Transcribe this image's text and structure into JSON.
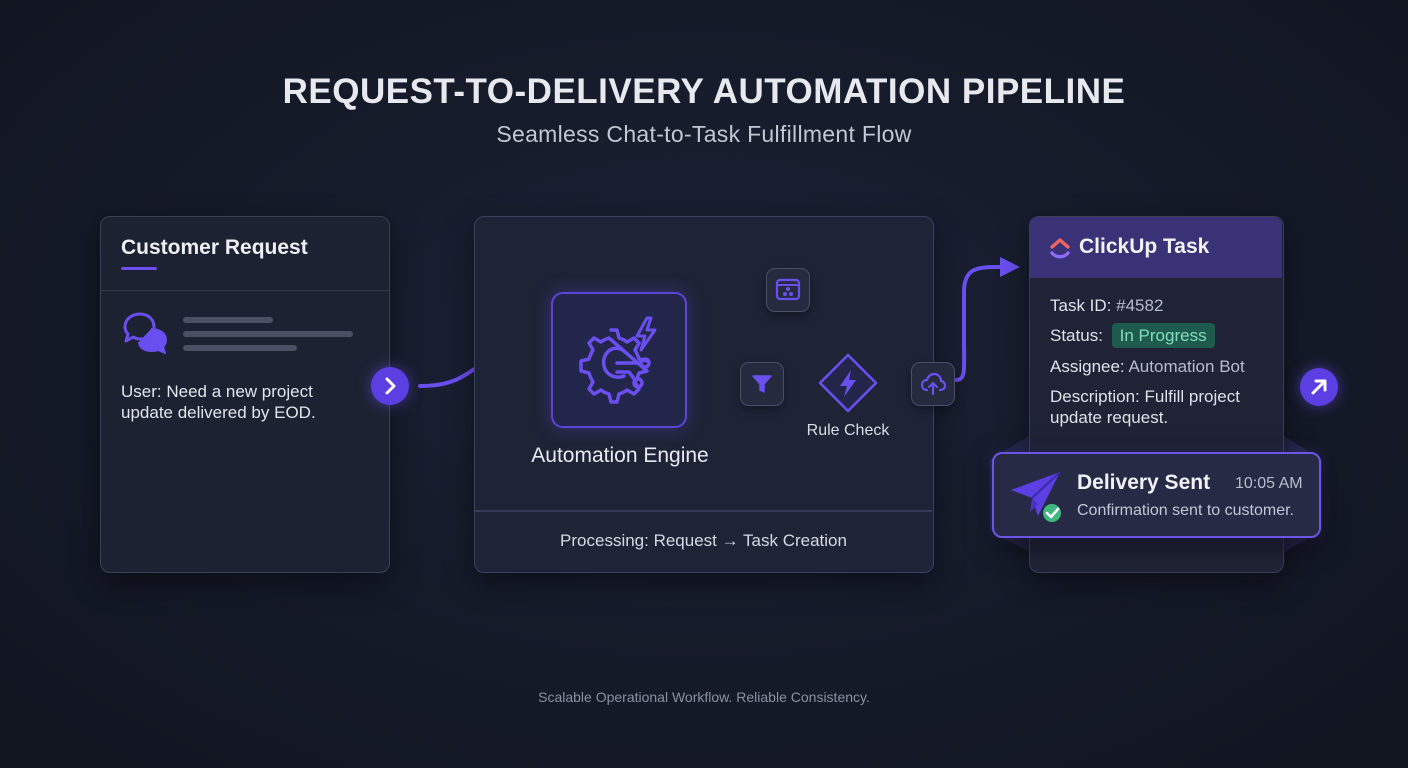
{
  "title": "REQUEST-TO-DELIVERY AUTOMATION PIPELINE",
  "subtitle": "Seamless Chat-to-Task Fulfillment Flow",
  "footer": "Scalable Operational Workflow. Reliable Consistency.",
  "request_card": {
    "title": "Customer Request",
    "message": "User: Need a new project update delivered by EOD.",
    "icon": "chat-bubbles-icon"
  },
  "engine_card": {
    "label": "Automation Engine",
    "rule_check_label": "Rule Check",
    "footer": "Processing: Request → Task Creation",
    "icons": [
      "gear-bolt-icon",
      "webhook-window-icon",
      "filter-icon",
      "rule-check-bolt-icon",
      "cloud-upload-icon"
    ]
  },
  "task_card": {
    "title": "ClickUp Task",
    "task_id_label": "Task ID:",
    "task_id_value": "#4582",
    "status_label": "Status:",
    "status_value": "In Progress",
    "assignee_label": "Assignee:",
    "assignee_value": "Automation Bot",
    "description_label": "Description:",
    "description_value": "Fulfill project update request."
  },
  "delivery_card": {
    "title": "Delivery Sent",
    "time": "10:05 AM",
    "description": "Confirmation sent to customer."
  },
  "colors": {
    "accent": "#5b3fe3",
    "background": "#151a29",
    "status_badge": "#1f5a4e",
    "status_text": "#7fe0b8"
  }
}
